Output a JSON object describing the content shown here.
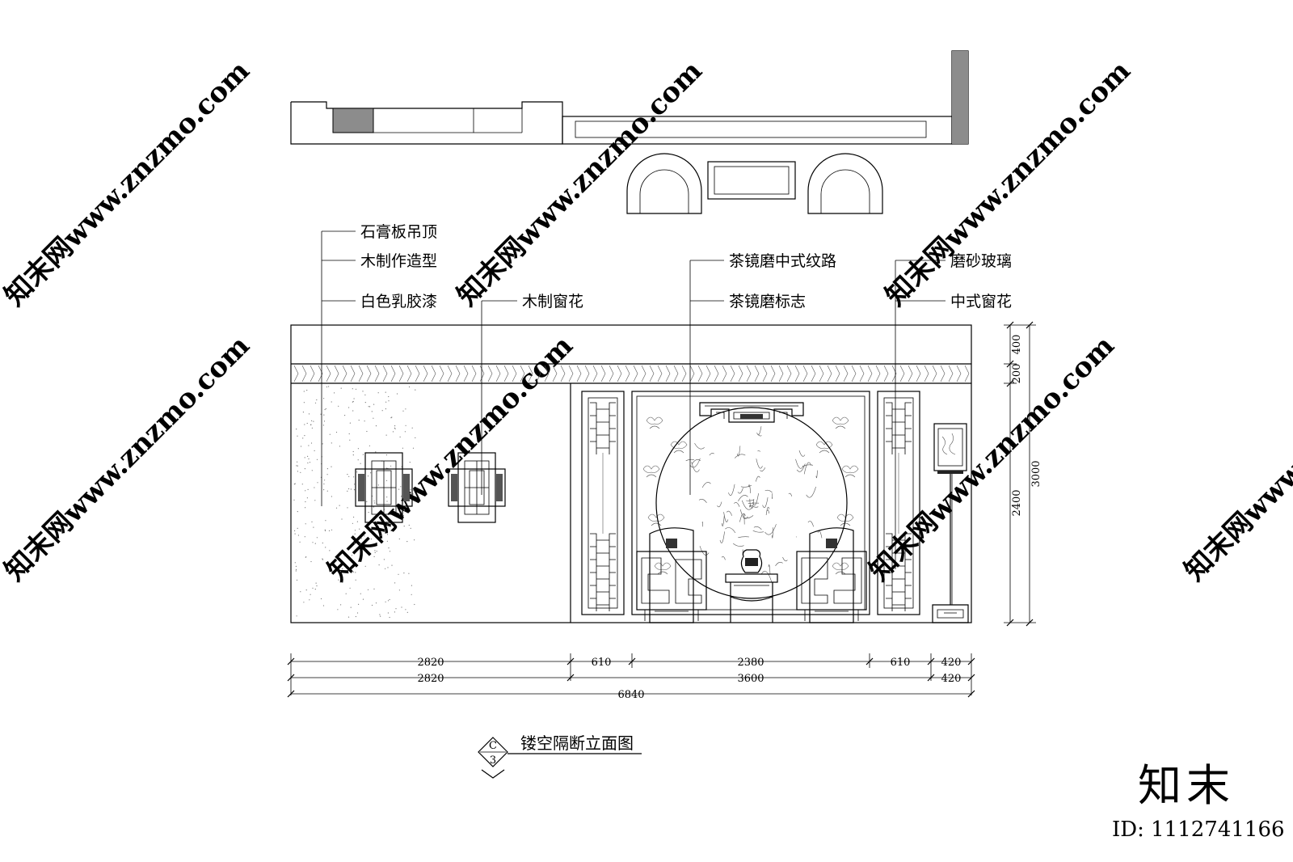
{
  "watermarks": {
    "site": "知末网www.znzmo.com",
    "brand": "知末",
    "id": "ID: 1112741166"
  },
  "labels": {
    "gypsum_ceiling": "石膏板吊顶",
    "wood_shaping": "木制作造型",
    "white_latex": "白色乳胶漆",
    "wood_lattice": "木制窗花",
    "tea_mirror_pattern": "茶镜磨中式纹路",
    "tea_mirror_logo": "茶镜磨标志",
    "frosted_glass": "磨砂玻璃",
    "chinese_lattice": "中式窗花"
  },
  "dimensions": {
    "row1": [
      "2820",
      "610",
      "2380",
      "610",
      "420"
    ],
    "row2": [
      "2820",
      "3600",
      "420"
    ],
    "total": "6840",
    "right": [
      "400",
      "200",
      "2400",
      "3000"
    ]
  },
  "title": {
    "text": "镂空隔断立面图",
    "symbol_top": "C",
    "symbol_bottom": "3"
  },
  "colors": {
    "line": "#000000",
    "fill_gray": "#8c8c8c",
    "watermark": "#d6d6d6"
  }
}
